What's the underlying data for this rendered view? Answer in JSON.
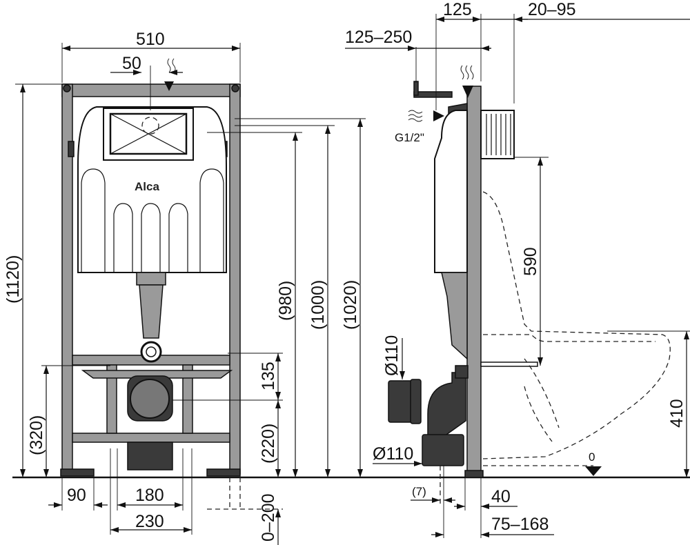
{
  "brand": "Alca",
  "front_view": {
    "width": "510",
    "flush_offset": "50",
    "total_height": "(1120)",
    "height_980": "(980)",
    "height_1000": "(1000)",
    "height_1020": "(1020)",
    "drain_to_crossbar": "135",
    "drain_height": "(220)",
    "crossbar_height": "(320)",
    "foot_width": "90",
    "bolt_spacing": "180",
    "outer_bolt_spacing": "230",
    "leg_adjustment": "0–200"
  },
  "side_view": {
    "depth": "125",
    "plate_offset": "20–95",
    "inlet_range": "125–250",
    "inlet_thread": "G1/2\"",
    "bolt_height": "590",
    "pipe_diameter_upper": "Ø110",
    "pipe_diameter_lower": "Ø110",
    "bowl_height": "410",
    "floor_level": "0",
    "offset_7": "(7)",
    "frame_depth": "40",
    "drain_offset": "75–168"
  }
}
